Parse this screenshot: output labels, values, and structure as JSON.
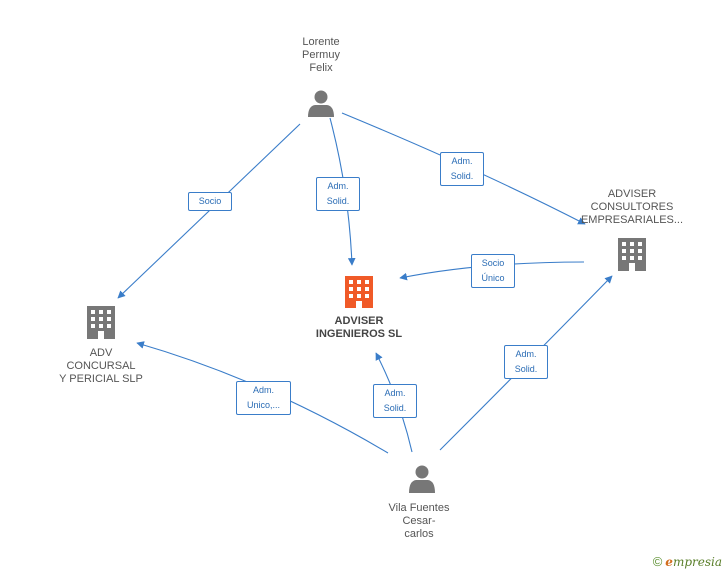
{
  "nodes": {
    "lorente": {
      "lines": [
        "Lorente",
        "Permuy",
        "Felix"
      ]
    },
    "adviser_ingenieros": {
      "lines": [
        "ADVISER",
        "INGENIEROS SL"
      ]
    },
    "adviser_consultores": {
      "lines": [
        "ADVISER",
        "CONSULTORES",
        "EMPRESARIALES..."
      ]
    },
    "adv_concursal": {
      "lines": [
        "ADV",
        "CONCURSAL",
        "Y PERICIAL SLP"
      ]
    },
    "vila_fuentes": {
      "lines": [
        "Vila Fuentes",
        "Cesar-",
        "carlos"
      ]
    }
  },
  "edges": {
    "lorente_adv": {
      "lines": [
        "Socio"
      ]
    },
    "lorente_main": {
      "lines": [
        "Adm.",
        "Solid."
      ]
    },
    "lorente_consultores": {
      "lines": [
        "Adm.",
        "Solid."
      ]
    },
    "consultores_main": {
      "lines": [
        "Socio",
        "Único"
      ]
    },
    "vila_adv": {
      "lines": [
        "Adm.",
        "Unico,..."
      ]
    },
    "vila_main": {
      "lines": [
        "Adm.",
        "Solid."
      ]
    },
    "vila_consultores": {
      "lines": [
        "Adm.",
        "Solid."
      ]
    }
  },
  "colors": {
    "edge": "#3a7dc9",
    "main_icon": "#f05a28",
    "icon": "#777777"
  },
  "footer": {
    "copyright": "©",
    "brand_initial": "e",
    "brand_rest": "mpresia"
  }
}
